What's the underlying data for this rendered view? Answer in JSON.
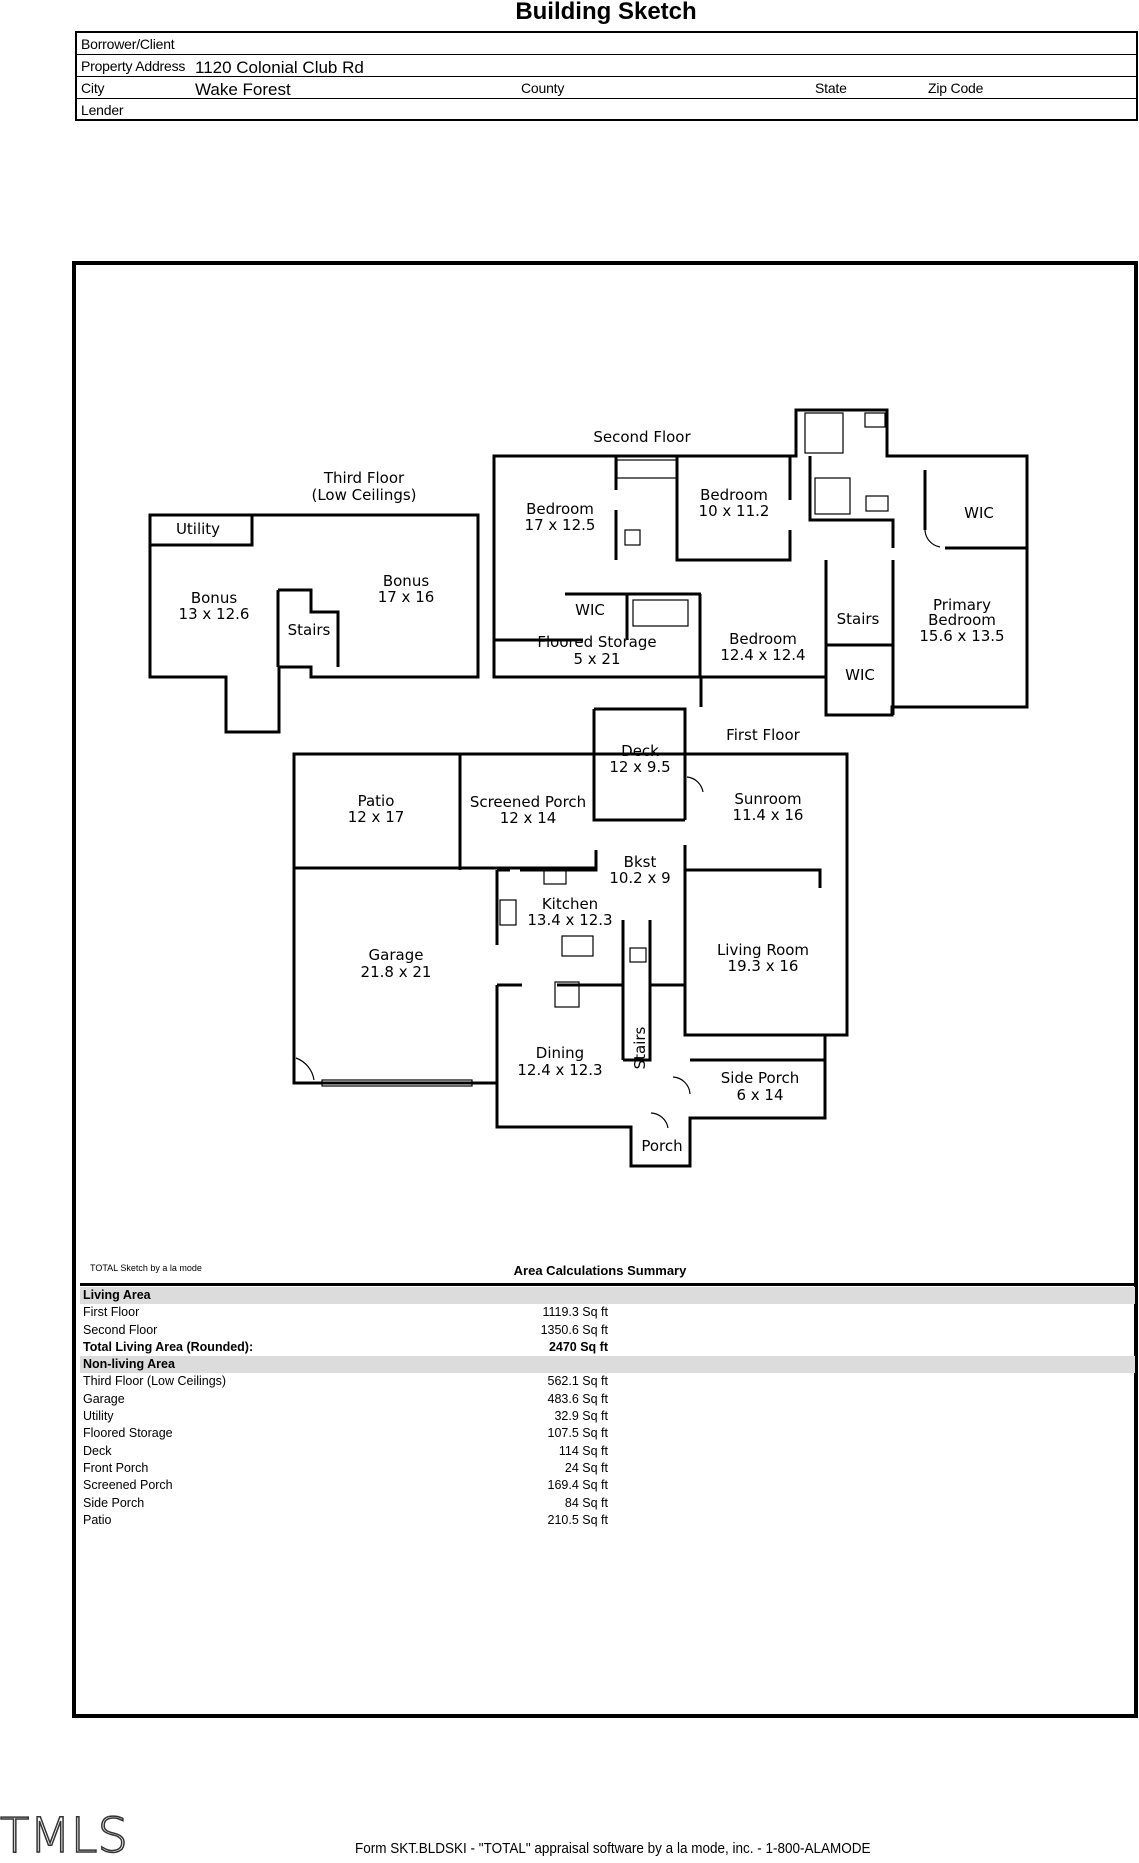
{
  "title": "Building Sketch",
  "header": {
    "borrower_label": "Borrower/Client",
    "property_label": "Property Address",
    "property_value": "1120 Colonial Club Rd",
    "city_label": "City",
    "city_value": "Wake Forest",
    "county_label": "County",
    "state_label": "State",
    "zip_label": "Zip Code",
    "lender_label": "Lender"
  },
  "sketch": {
    "second_floor": "Second Floor",
    "third_floor": "Third Floor",
    "third_floor_sub": "(Low Ceilings)",
    "first_floor": "First Floor",
    "utility": "Utility",
    "bonus1": "Bonus",
    "bonus1_dim": "13 x 12.6",
    "bonus2": "Bonus",
    "bonus2_dim": "17 x 16",
    "stairs_third": "Stairs",
    "bed1": "Bedroom",
    "bed1_dim": "17 x 12.5",
    "bed2": "Bedroom",
    "bed2_dim": "10 x 11.2",
    "wic1": "WIC",
    "wic2": "WIC",
    "wic3": "WIC",
    "floored_storage": "Floored Storage",
    "floored_storage_dim": "5 x 21",
    "bed3": "Bedroom",
    "bed3_dim": "12.4 x 12.4",
    "stairs_second": "Stairs",
    "primary1": "Primary",
    "primary2": "Bedroom",
    "primary_dim": "15.6 x 13.5",
    "deck": "Deck",
    "deck_dim": "12 x 9.5",
    "patio": "Patio",
    "patio_dim": "12 x 17",
    "screened": "Screened Porch",
    "screened_dim": "12 x 14",
    "sunroom": "Sunroom",
    "sunroom_dim": "11.4 x 16",
    "bkst": "Bkst",
    "bkst_dim": "10.2 x 9",
    "kitchen": "Kitchen",
    "kitchen_dim": "13.4 x 12.3",
    "garage": "Garage",
    "garage_dim": "21.8 x 21",
    "living": "Living Room",
    "living_dim": "19.3 x 16",
    "dining": "Dining",
    "dining_dim": "12.4 x 12.3",
    "stairs_first": "Stairs",
    "side_porch": "Side Porch",
    "side_porch_dim": "6 x 14",
    "porch": "Porch"
  },
  "summary": {
    "credit": "TOTAL Sketch by a la mode",
    "title": "Area Calculations Summary",
    "rows": [
      {
        "name": "Living Area",
        "area": ""
      },
      {
        "name": "First Floor",
        "area": "1119.3 Sq ft"
      },
      {
        "name": "Second Floor",
        "area": "1350.6 Sq ft"
      },
      {
        "name": "Total Living Area (Rounded):",
        "area": "2470 Sq ft"
      },
      {
        "name": "Non-living Area",
        "area": ""
      },
      {
        "name": "Third Floor (Low Ceilings)",
        "area": "562.1 Sq ft"
      },
      {
        "name": "Garage",
        "area": "483.6 Sq ft"
      },
      {
        "name": "Utility",
        "area": "32.9 Sq ft"
      },
      {
        "name": "Floored Storage",
        "area": "107.5 Sq ft"
      },
      {
        "name": "Deck",
        "area": "114 Sq ft"
      },
      {
        "name": "Front Porch",
        "area": "24 Sq ft"
      },
      {
        "name": "Screened Porch",
        "area": "169.4 Sq ft"
      },
      {
        "name": "Side Porch",
        "area": "84 Sq ft"
      },
      {
        "name": "Patio",
        "area": "210.5 Sq ft"
      }
    ]
  },
  "footer": "Form SKT.BLDSKI - \"TOTAL\" appraisal software by a la mode, inc. - 1-800-ALAMODE",
  "logo_text": "TMLS"
}
